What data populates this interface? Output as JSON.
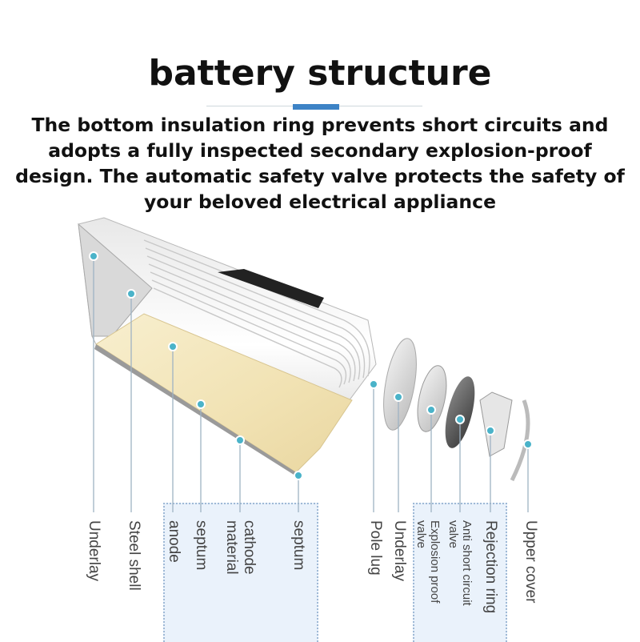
{
  "title": "battery structure",
  "description": "The bottom insulation ring prevents short circuits and adopts a fully inspected secondary explosion-proof design. The automatic safety valve protects the safety of your beloved electrical appliance",
  "labels": {
    "underlay_1": "Underlay",
    "steel_shell": "Steel shell",
    "anode": "anode",
    "septum_1": "septum",
    "cathode_material": "cathode material",
    "septum_2": "septum",
    "pole_lug": "Pole lug",
    "underlay_2": "Underlay",
    "explosion_proof_valve": "Explosion proof valve",
    "anti_short_circuit_valve": "Anti short circuit valve",
    "rejection_ring": "Rejection ring",
    "upper_cover": "Upper cover"
  },
  "colors": {
    "accent": "#3d83c6",
    "leader_line": "#9fb3c4",
    "marker": "#4ab3c9",
    "panel": "#eaf2fb",
    "cathode_sheet": "#f3e6bd"
  }
}
